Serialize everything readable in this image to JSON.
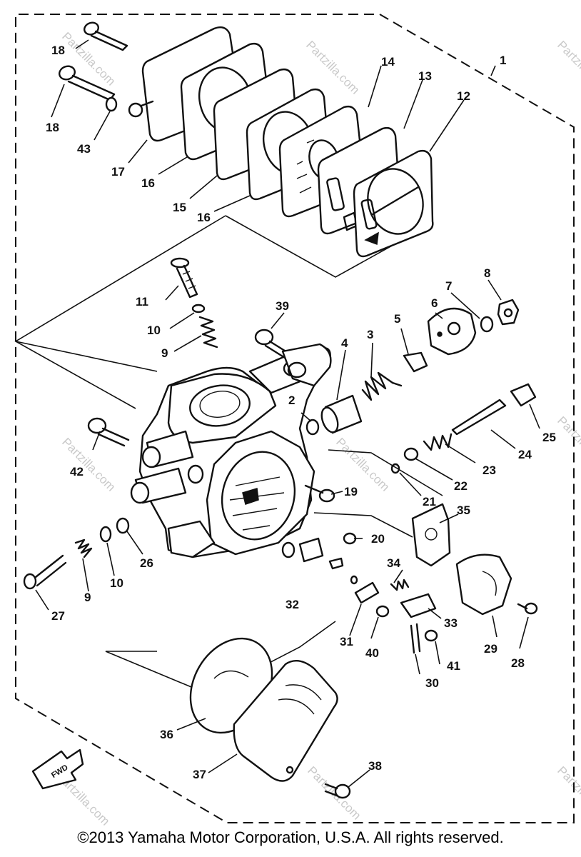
{
  "copyright": "©2013 Yamaha Motor Corporation, U.S.A. All rights reserved.",
  "watermark": "Partzilla.com",
  "fwd_label": "FWD",
  "callouts": {
    "c1": "1",
    "c2": "2",
    "c3": "3",
    "c4": "4",
    "c5": "5",
    "c6": "6",
    "c7": "7",
    "c8": "8",
    "c9a": "9",
    "c9b": "9",
    "c10a": "10",
    "c10b": "10",
    "c11": "11",
    "c12": "12",
    "c13": "13",
    "c14": "14",
    "c15": "15",
    "c16a": "16",
    "c16b": "16",
    "c17": "17",
    "c18a": "18",
    "c18b": "18",
    "c19": "19",
    "c20": "20",
    "c21": "21",
    "c22": "22",
    "c23": "23",
    "c24": "24",
    "c25": "25",
    "c26": "26",
    "c27": "27",
    "c28": "28",
    "c29": "29",
    "c30": "30",
    "c31": "31",
    "c32": "32",
    "c33": "33",
    "c34": "34",
    "c35": "35",
    "c36": "36",
    "c37": "37",
    "c38": "38",
    "c39": "39",
    "c40": "40",
    "c41": "41",
    "c42": "42",
    "c43": "43"
  }
}
